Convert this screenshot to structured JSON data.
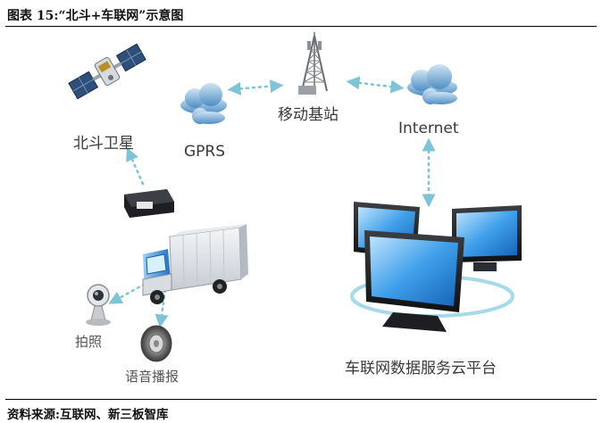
{
  "figure": {
    "title": "图表 15:“北斗+车联网”示意图",
    "source": "资料来源:互联网、新三板智库"
  },
  "nodes": {
    "satellite": "北斗卫星",
    "gprs": "GPRS",
    "base_station": "移动基站",
    "internet": "Internet",
    "camera": "拍照",
    "voice": "语音播报",
    "platform": "车联网数据服务云平台"
  },
  "icons": {
    "satellite": "satellite-icon",
    "cloud": "cloud-icon",
    "tower": "cell-tower-icon",
    "device": "vehicle-terminal-icon",
    "truck": "truck-icon",
    "camera": "webcam-icon",
    "speaker": "speaker-icon",
    "monitors": "monitor-icon"
  },
  "colors": {
    "connector": "#7ec3d6",
    "cloud": "#6aa5cf",
    "screen": "#2b8fe0",
    "truck_cab": "#2d8ad8"
  }
}
